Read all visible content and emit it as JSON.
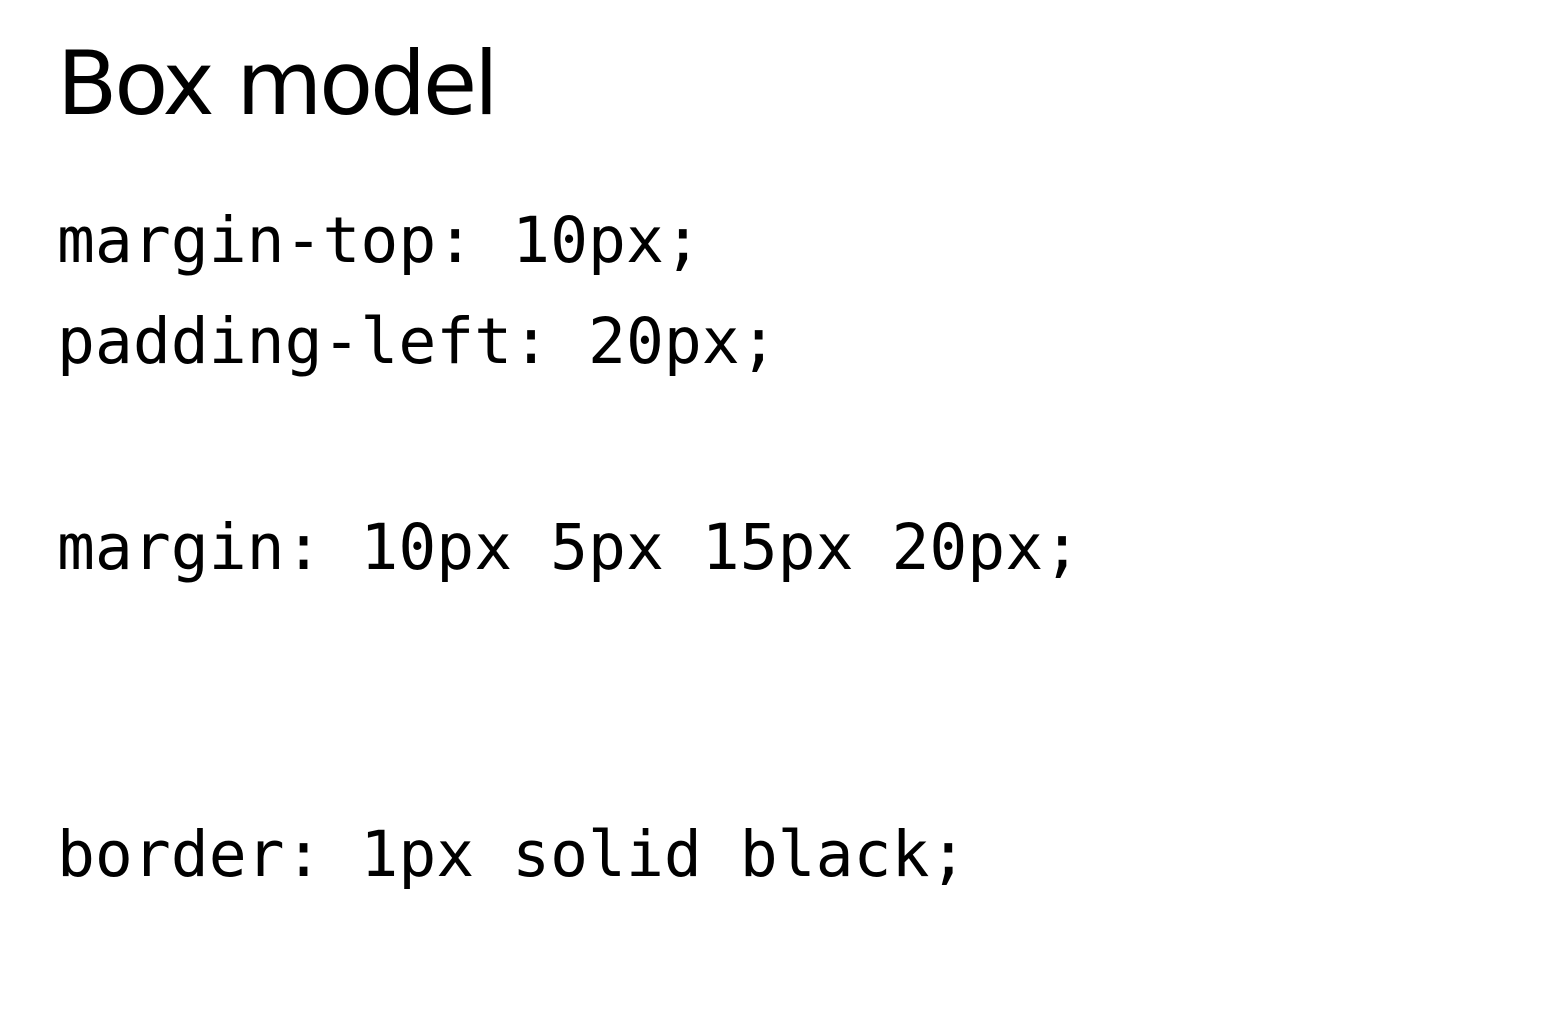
{
  "slide": {
    "title": "Box model",
    "lines": [
      "margin-top: 10px;",
      "padding-left: 20px;",
      "margin: 10px 5px 15px 20px;",
      "border: 1px solid black;"
    ]
  },
  "colors": {
    "background": "#ffffff",
    "text": "#000000"
  }
}
